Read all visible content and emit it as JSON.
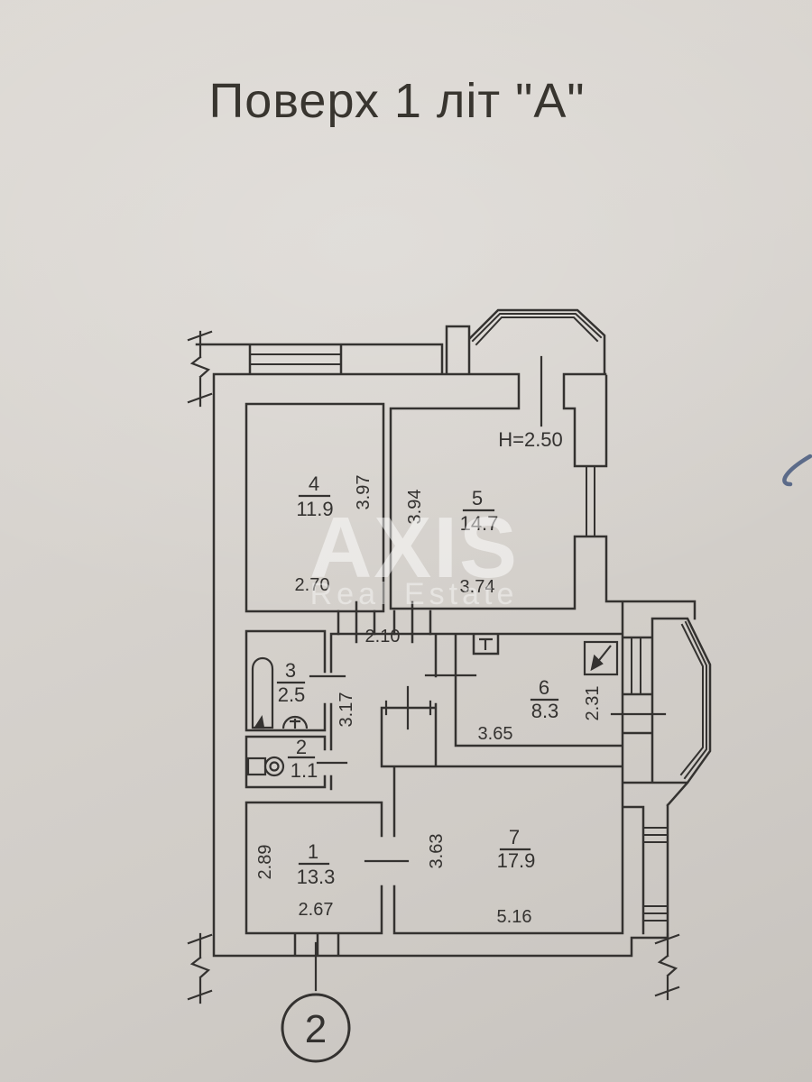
{
  "page": {
    "title": "Поверх 1 літ \"А\""
  },
  "watermark": {
    "brand": "AXIS",
    "tagline": "Real Estate"
  },
  "plan": {
    "ceiling_height_label": "H=2.50",
    "sheet_mark": "2",
    "rooms": [
      {
        "number": "1",
        "area": "13.3"
      },
      {
        "number": "2",
        "area": "1.1"
      },
      {
        "number": "3",
        "area": "2.5"
      },
      {
        "number": "4",
        "area": "11.9"
      },
      {
        "number": "5",
        "area": "14.7"
      },
      {
        "number": "6",
        "area": "8.3"
      },
      {
        "number": "7",
        "area": "17.9"
      }
    ],
    "dims": {
      "room1_width": "2.67",
      "room1_depth": "2.89",
      "room4_width": "2.70",
      "room4_depth": "3.97",
      "room5_width": "3.74",
      "room5_depth": "3.94",
      "room6_width": "3.65",
      "room6_depth": "2.31",
      "room7_width": "5.16",
      "room7_depth": "3.63",
      "corridor_width": "2.10",
      "corridor_depth": "3.17"
    }
  },
  "colors": {
    "ink": "#343230",
    "paper": "#d6d2cd",
    "pen_mark": "#47597e"
  }
}
